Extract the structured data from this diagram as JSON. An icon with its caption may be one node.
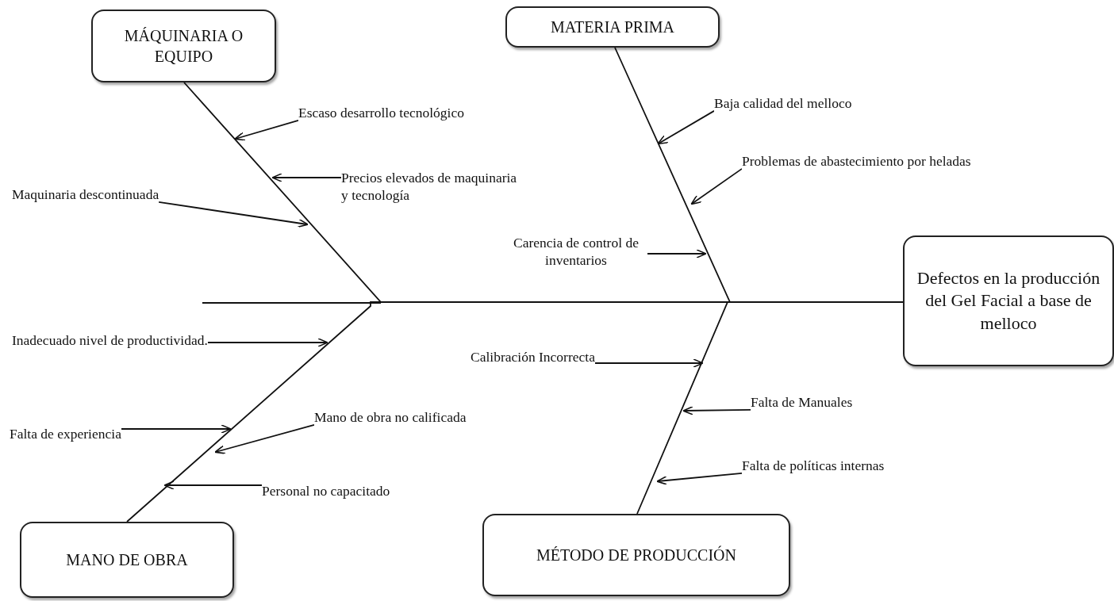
{
  "diagram": {
    "nodes": [
      {
        "text": [
          "MÁQUINARIA O EQUIPO"
        ]
      },
      {
        "text": [
          "MATERIA PRIMA"
        ]
      },
      {
        "text": [
          "Defectos en la producción del Gel Facial a base de melloco"
        ]
      },
      {
        "text": [
          "MANO DE OBRA"
        ]
      },
      {
        "text": [
          "MÉTODO DE PRODUCCIÓN"
        ]
      },
      {
        "text": [
          "Escaso desarrollo tecnológico"
        ]
      },
      {
        "text": [
          "Precios elevados de maquinaria y tecnología"
        ]
      },
      {
        "text": [
          "Maquinaria descontinuada"
        ]
      },
      {
        "text": [
          "Baja calidad del melloco"
        ]
      },
      {
        "text": [
          "Problemas de abastecimiento por heladas"
        ]
      },
      {
        "text": [
          "Carencia de control de inventarios"
        ]
      },
      {
        "text": [
          "Inadecuado nivel de productividad."
        ]
      },
      {
        "text": [
          "Falta de experiencia"
        ]
      },
      {
        "text": [
          "Mano de obra no calificada"
        ]
      },
      {
        "text": [
          "Personal no capacitado"
        ]
      },
      {
        "text": [
          "Calibración Incorrecta"
        ]
      },
      {
        "text": [
          "Falta de Manuales"
        ]
      },
      {
        "text": [
          "Falta de políticas internas"
        ]
      }
    ],
    "edges": [
      {
        "from": 0,
        "to": 2,
        "arrow": "none"
      },
      {
        "from": 1,
        "to": 2,
        "arrow": "none"
      },
      {
        "from": 3,
        "to": 2,
        "arrow": "none"
      },
      {
        "from": 4,
        "to": 2,
        "arrow": "none"
      },
      {
        "from": 5,
        "to": null,
        "arrow": "to"
      },
      {
        "from": 6,
        "to": null,
        "arrow": "to"
      },
      {
        "from": 7,
        "to": null,
        "arrow": "to"
      },
      {
        "from": 8,
        "to": null,
        "arrow": "to"
      },
      {
        "from": 9,
        "to": null,
        "arrow": "to"
      },
      {
        "from": 10,
        "to": null,
        "arrow": "to"
      },
      {
        "from": 11,
        "to": null,
        "arrow": "to"
      },
      {
        "from": 12,
        "to": null,
        "arrow": "to"
      },
      {
        "from": 13,
        "to": null,
        "arrow": "to"
      },
      {
        "from": 14,
        "to": null,
        "arrow": "to"
      },
      {
        "from": 15,
        "to": null,
        "arrow": "to"
      },
      {
        "from": 16,
        "to": null,
        "arrow": "to"
      },
      {
        "from": 17,
        "to": null,
        "arrow": "to"
      }
    ]
  }
}
